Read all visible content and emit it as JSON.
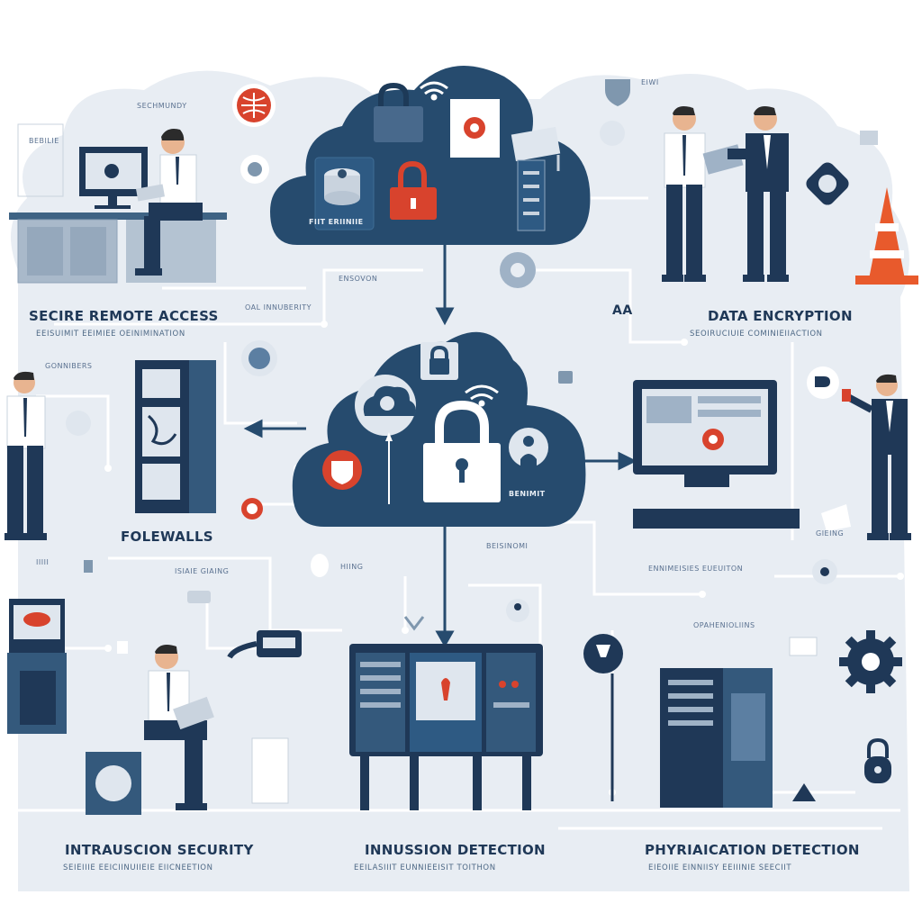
{
  "titles": {
    "secure_remote_access": "SECIRE REMOTE ACCESS",
    "data_encryption": "DATA ENCRYPTION",
    "folewalls": "FOLEWALLS",
    "intrauscion_security": "INTRAUSCION SECURITY",
    "innussion_detection": "INNUSSION DETECTION",
    "phyriaication_detection": "PHYRIAICATION DETECTION"
  },
  "subtitles": {
    "secure_remote_access": "EEISUIMIT EEIMIEE OEINIMINATION",
    "data_encryption": "SEOIRUCIUIE COMINIEIIACTION",
    "intrauscion_security": "SEIEIIIE EEICIINUIIEIE EIICNEETION",
    "innussion_detection": "EEILASIIIT EUNNIEEISIT TOITHON",
    "phyriaication_detection": "EIEOIIE EINNIISY EEIIINIE SEECIIT"
  },
  "small_labels": {
    "sechmundy": "SECHMUNDY",
    "bebilie": "BEBILIE",
    "ensovon": "ENSOVON",
    "oal_innuberity": "OAL INNUBERITY",
    "gonnibers": "GONNIBERS",
    "isiaie_giaing": "ISIAIE GIAING",
    "hiing": "HIING",
    "beisinomi": "BEISINOMI",
    "ennimeisies_eueuiton": "ENNIMEISIES EUEUITON",
    "opahenioliins": "OPAHENIOLIINS",
    "gieing": "GIEING",
    "iiiii": "IIIII",
    "eiwi": "EIWI",
    "aa": "AA"
  },
  "cloud_labels": {
    "top": "FIIT ERIINIIE",
    "middle": "BENIMIT"
  },
  "colors": {
    "background": "#e8edf3",
    "navy": "#264b6e",
    "accent_red": "#d8432d",
    "line": "#ffffff"
  },
  "icons": {
    "top_cloud": "cloud-lock-icon",
    "middle_cloud": "cloud-padlock-icon",
    "globe": "globe-icon",
    "traffic_cone": "traffic-cone-icon",
    "gear": "gear-icon",
    "wifi": "wifi-icon"
  }
}
